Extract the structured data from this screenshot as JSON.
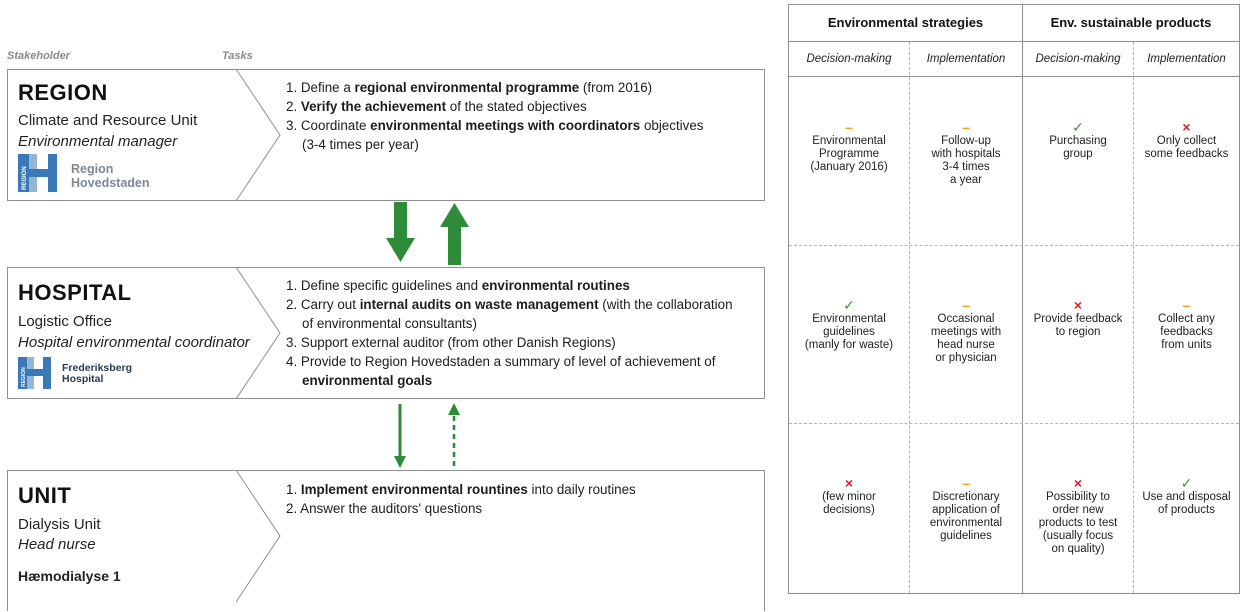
{
  "headers": {
    "stakeholder": "Stakeholder",
    "tasks": "Tasks"
  },
  "region": {
    "title": "REGION",
    "unit": "Climate and Resource Unit",
    "role": "Environmental manager",
    "logo_line1": "Region",
    "logo_line2": "Hovedstaden",
    "logo_vertical": "REGION",
    "tasks": [
      [
        "1. Define a ",
        "regional environmental programme",
        " (from 2016)"
      ],
      [
        "2. ",
        "Verify the achievement",
        " of the stated objectives"
      ],
      [
        "3. Coordinate ",
        "environmental meetings with coordinators",
        " objectives"
      ],
      [
        "(3-4 times per year)",
        "",
        ""
      ]
    ]
  },
  "hospital": {
    "title": "HOSPITAL",
    "unit": "Logistic Office",
    "role": "Hospital environmental coordinator",
    "logo_line1": "Frederiksberg",
    "logo_line2": "Hospital",
    "logo_vertical": "REGION",
    "tasks": [
      [
        "1. Define specific guidelines and ",
        "environmental routines",
        ""
      ],
      [
        "2. Carry out ",
        "internal audits on waste management",
        " (with the collaboration"
      ],
      [
        "of environmental consultants)",
        "",
        ""
      ],
      [
        "3. Support external auditor (from other Danish Regions)",
        "",
        ""
      ],
      [
        "4. Provide to Region Hovedstaden a summary of level of achievement of",
        "",
        ""
      ],
      [
        "",
        "environmental goals",
        ""
      ]
    ]
  },
  "unit": {
    "title": "UNIT",
    "unit": "Dialysis Unit",
    "role": "Head nurse",
    "ward": "Hæmodialyse 1",
    "tasks": [
      [
        "1. ",
        "Implement environmental rountines",
        " into daily routines"
      ],
      [
        "2. Answer the auditors' questions",
        "",
        ""
      ]
    ]
  },
  "table": {
    "groups": [
      "Environmental strategies",
      "Env. sustainable products"
    ],
    "subheaders": [
      "Decision-making",
      "Implementation",
      "Decision-making",
      "Implementation"
    ],
    "rows": [
      [
        {
          "mark": "dash",
          "text": "Environmental\nProgramme\n(January 2016)"
        },
        {
          "mark": "dash",
          "text": "Follow-up\nwith hospitals\n3-4 times\na year"
        },
        {
          "mark": "check",
          "text": "Purchasing\ngroup"
        },
        {
          "mark": "cross",
          "text": "Only collect\nsome feedbacks"
        }
      ],
      [
        {
          "mark": "check",
          "text": "Environmental\nguidelines\n(manly for waste)"
        },
        {
          "mark": "dash",
          "text": "Occasional\nmeetings with\nhead nurse\nor physician"
        },
        {
          "mark": "cross",
          "text": "Provide feedback\nto region"
        },
        {
          "mark": "dash",
          "text": "Collect any\nfeedbacks\nfrom units"
        }
      ],
      [
        {
          "mark": "cross",
          "text": "(few minor\ndecisions)"
        },
        {
          "mark": "dash",
          "text": "Discretionary\napplication of\nenvironmental\nguidelines"
        },
        {
          "mark": "cross",
          "text": "Possibility to\norder new\nproducts to test\n(usually focus\non quality)"
        },
        {
          "mark": "check",
          "text": "Use and disposal\nof products"
        }
      ]
    ],
    "mark_glyphs": {
      "check": "✓",
      "cross": "×",
      "dash": "–"
    },
    "colors": {
      "check": "#3d8f3a",
      "cross": "#d2232a",
      "dash": "#f0a020",
      "arrow": "#2e8b3a",
      "logo_blue": "#3a78b8"
    }
  }
}
